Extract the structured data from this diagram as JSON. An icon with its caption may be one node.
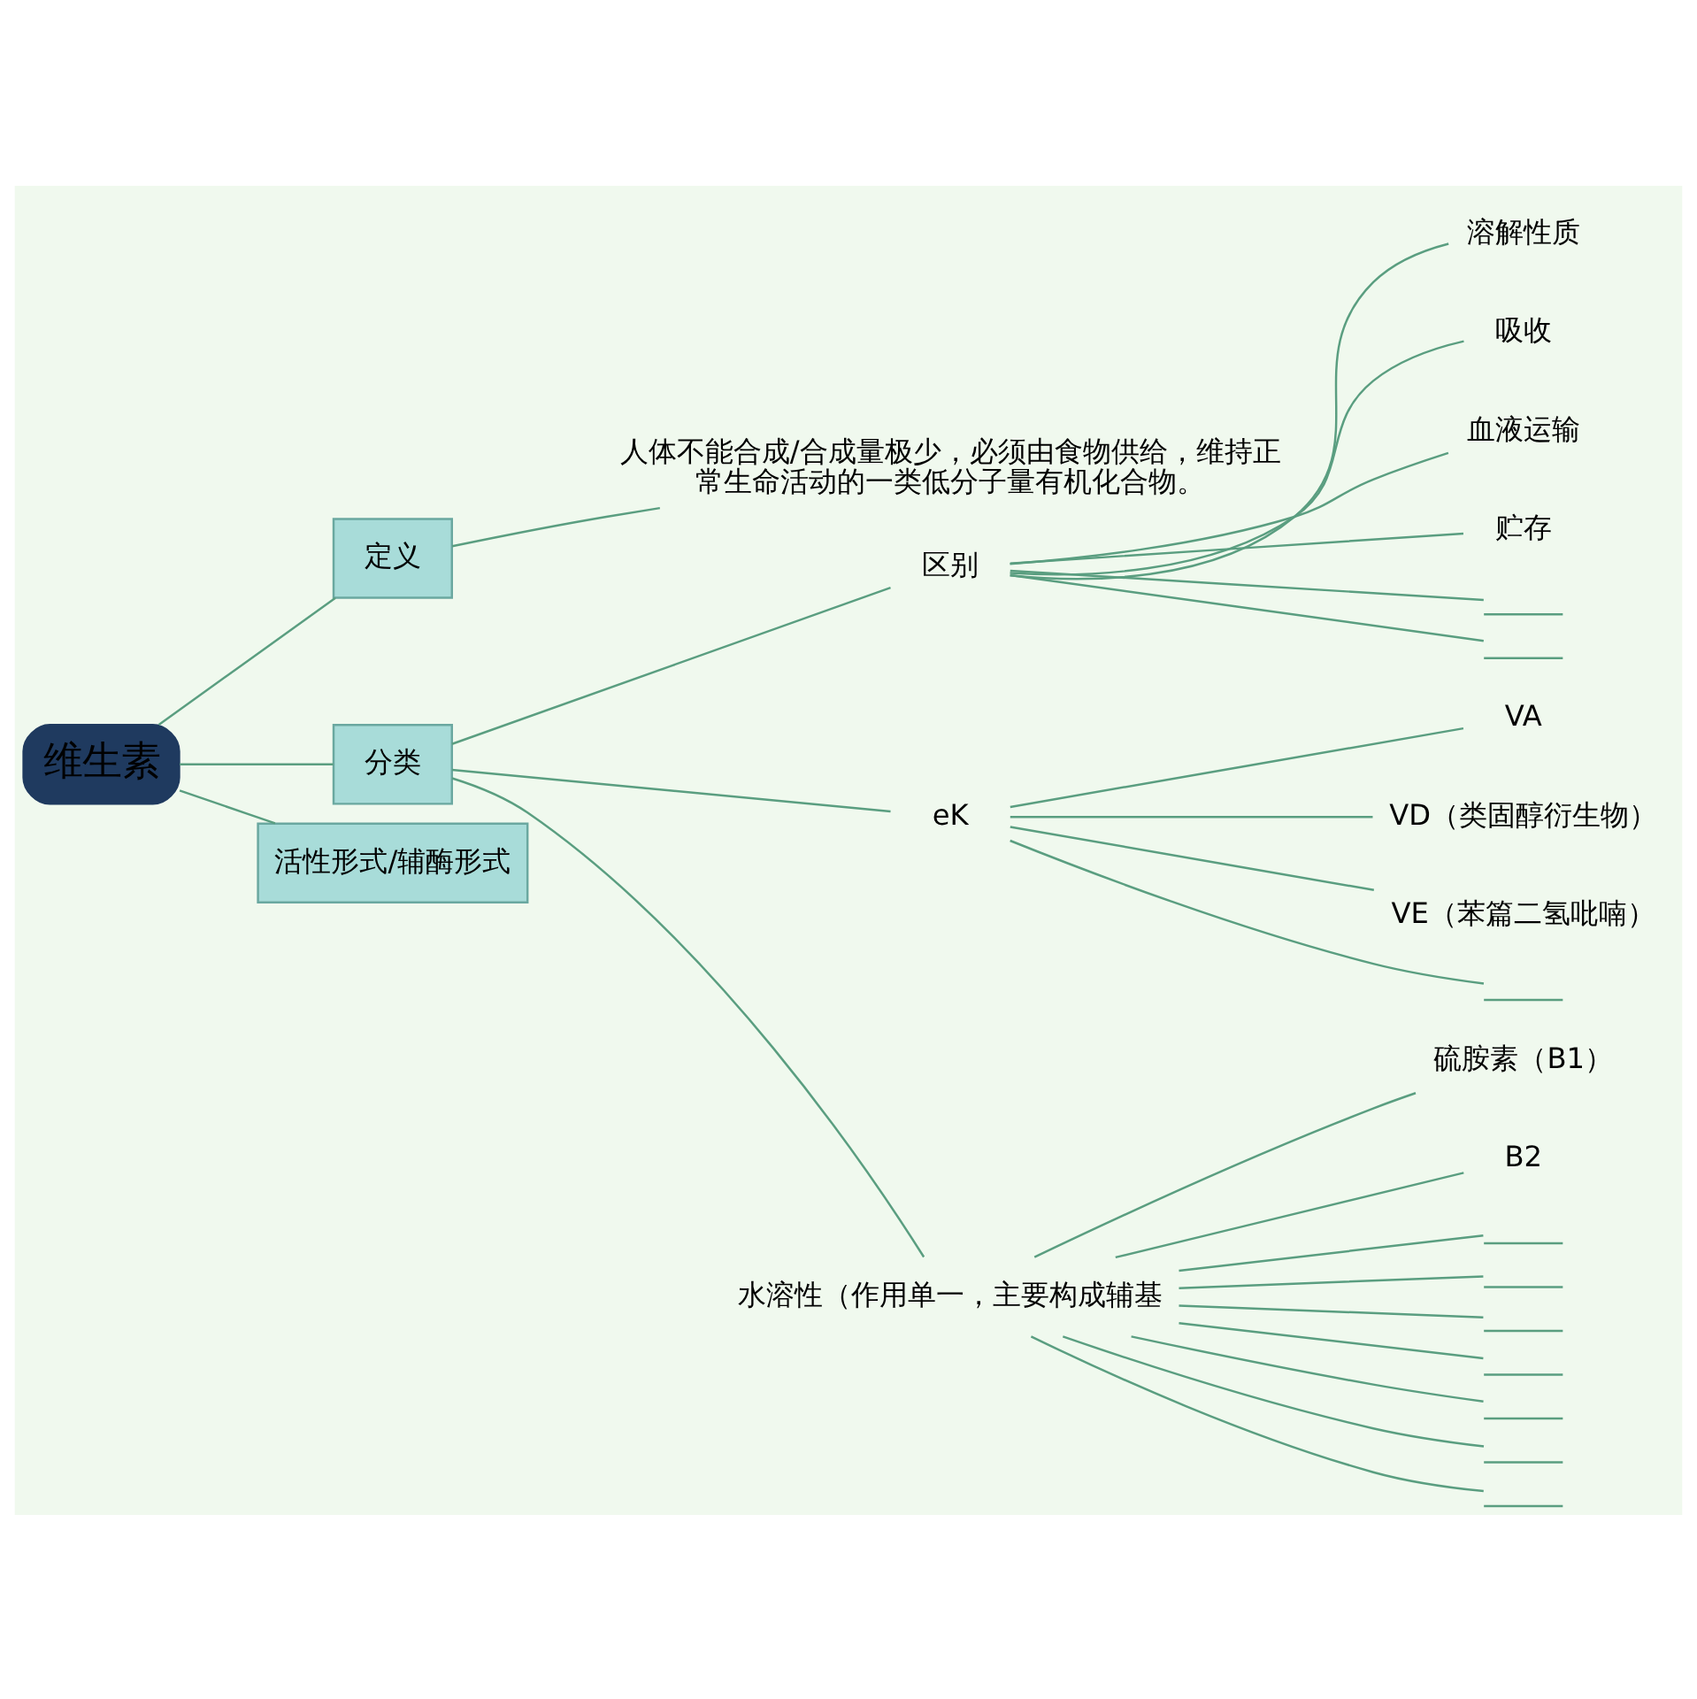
{
  "diagram": {
    "nodes": [
      {
        "text": [
          "维生素"
        ]
      },
      {
        "text": [
          "定义"
        ]
      },
      {
        "text": [
          "人体不能合成/合成量极少，必须由食物供给，维持正常生命活动的一类低分子量有机化合物。"
        ]
      },
      {
        "text": [
          "分类"
        ]
      },
      {
        "text": [
          "区别"
        ]
      },
      {
        "text": [
          "溶解性质"
        ]
      },
      {
        "text": [
          "吸收"
        ]
      },
      {
        "text": [
          "血液运输"
        ]
      },
      {
        "text": [
          "贮存"
        ]
      },
      {
        "text": [],
        "shape": "line"
      },
      {
        "text": [],
        "shape": "line"
      },
      {
        "text": [
          "eK"
        ]
      },
      {
        "text": [
          "VA"
        ]
      },
      {
        "text": [
          "VD（类固醇衍生物）"
        ]
      },
      {
        "text": [
          "VE（苯篇二氢吡喃）"
        ]
      },
      {
        "text": [],
        "shape": "line"
      },
      {
        "text": [
          "水溶性（作用单一，主要构成辅基"
        ]
      },
      {
        "text": [
          "硫胺素（B1）"
        ]
      },
      {
        "text": [
          "B2"
        ]
      },
      {
        "text": [],
        "shape": "line"
      },
      {
        "text": [],
        "shape": "line"
      },
      {
        "text": [],
        "shape": "line"
      },
      {
        "text": [],
        "shape": "line"
      },
      {
        "text": [],
        "shape": "line"
      },
      {
        "text": [],
        "shape": "line"
      },
      {
        "text": [],
        "shape": "line"
      },
      {
        "text": [
          "活性形式/辅酶形式"
        ]
      }
    ],
    "edges": [
      {
        "from": 0,
        "to": 1,
        "arrow": "none"
      },
      {
        "from": 1,
        "to": 2,
        "arrow": "none"
      },
      {
        "from": 0,
        "to": 3,
        "arrow": "none"
      },
      {
        "from": 3,
        "to": 4,
        "arrow": "none"
      },
      {
        "from": 4,
        "to": 5,
        "arrow": "none"
      },
      {
        "from": 4,
        "to": 6,
        "arrow": "none"
      },
      {
        "from": 4,
        "to": 7,
        "arrow": "none"
      },
      {
        "from": 4,
        "to": 8,
        "arrow": "none"
      },
      {
        "from": 4,
        "to": 9,
        "arrow": "none"
      },
      {
        "from": 4,
        "to": 10,
        "arrow": "none"
      },
      {
        "from": 3,
        "to": 11,
        "arrow": "none"
      },
      {
        "from": 11,
        "to": 12,
        "arrow": "none"
      },
      {
        "from": 11,
        "to": 13,
        "arrow": "none"
      },
      {
        "from": 11,
        "to": 14,
        "arrow": "none"
      },
      {
        "from": 11,
        "to": 15,
        "arrow": "none"
      },
      {
        "from": 3,
        "to": 16,
        "arrow": "none"
      },
      {
        "from": 16,
        "to": 17,
        "arrow": "none"
      },
      {
        "from": 16,
        "to": 18,
        "arrow": "none"
      },
      {
        "from": 16,
        "to": 19,
        "arrow": "none"
      },
      {
        "from": 16,
        "to": 20,
        "arrow": "none"
      },
      {
        "from": 16,
        "to": 21,
        "arrow": "none"
      },
      {
        "from": 16,
        "to": 22,
        "arrow": "none"
      },
      {
        "from": 16,
        "to": 23,
        "arrow": "none"
      },
      {
        "from": 16,
        "to": 24,
        "arrow": "none"
      },
      {
        "from": 16,
        "to": 25,
        "arrow": "none"
      },
      {
        "from": 0,
        "to": 26,
        "arrow": "none"
      }
    ]
  }
}
